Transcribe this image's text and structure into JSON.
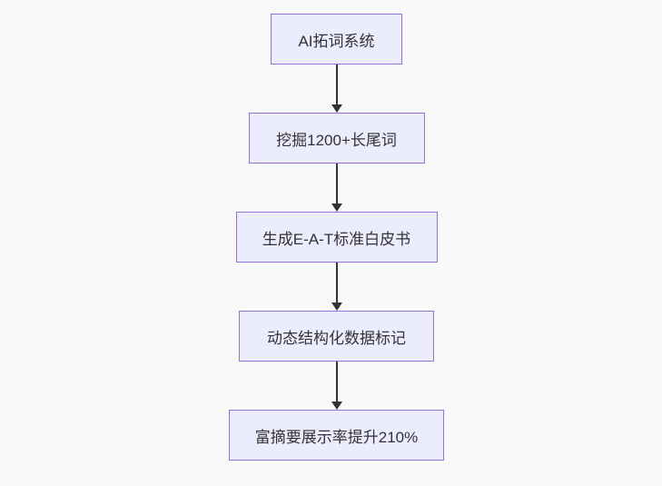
{
  "page": {
    "background_color": "#f9f9f9"
  },
  "flowchart": {
    "type": "flowchart-top-down",
    "node_fill_color": "#ECECFF",
    "node_border_color": "#9370DB",
    "node_text_color": "#333333",
    "arrow_color": "#333333",
    "nodes": [
      {
        "id": "node-1",
        "label": "AI拓词系统"
      },
      {
        "id": "node-2",
        "label": "挖掘1200+长尾词"
      },
      {
        "id": "node-3",
        "label": "生成E-A-T标准白皮书"
      },
      {
        "id": "node-4",
        "label": "动态结构化数据标记"
      },
      {
        "id": "node-5",
        "label": "富摘要展示率提升210%"
      }
    ],
    "edges": [
      {
        "from": "node-1",
        "to": "node-2",
        "label": ""
      },
      {
        "from": "node-2",
        "to": "node-3",
        "label": ""
      },
      {
        "from": "node-3",
        "to": "node-4",
        "label": ""
      },
      {
        "from": "node-4",
        "to": "node-5",
        "label": ""
      }
    ]
  }
}
